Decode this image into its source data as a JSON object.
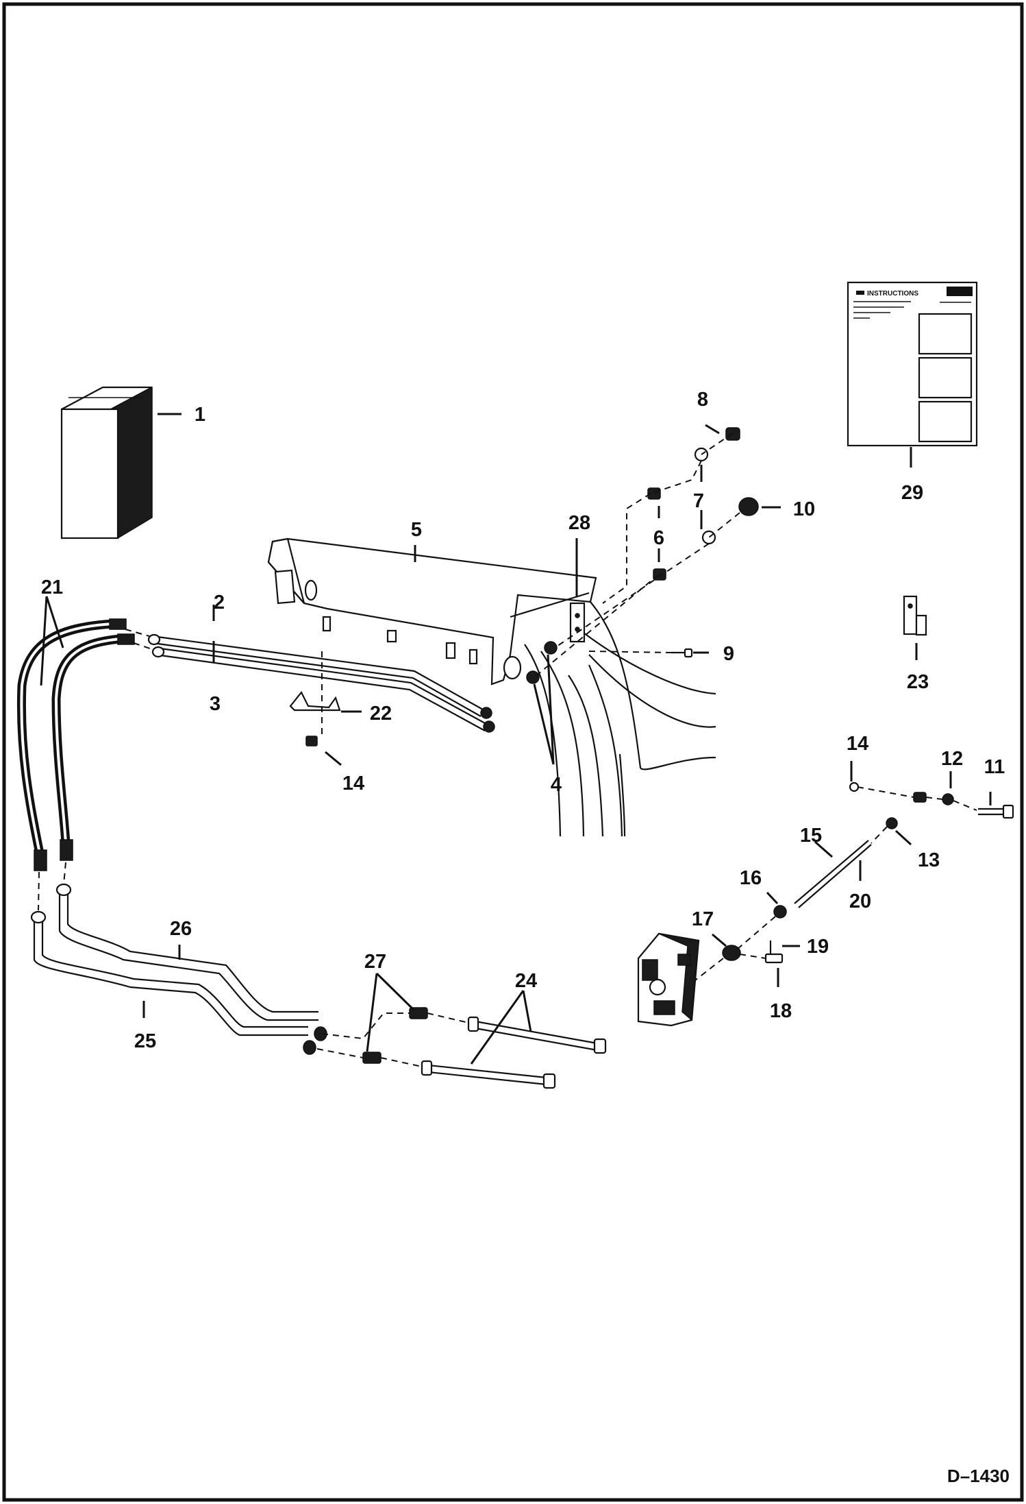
{
  "document_id": "D–1430",
  "instruction_sheet": {
    "title": "INSTRUCTIONS"
  },
  "callouts": [
    "1",
    "2",
    "3",
    "4",
    "5",
    "6",
    "7",
    "8",
    "9",
    "10",
    "11",
    "12",
    "13",
    "14",
    "14",
    "15",
    "16",
    "17",
    "18",
    "19",
    "20",
    "21",
    "22",
    "23",
    "24",
    "25",
    "26",
    "27",
    "28",
    "29"
  ]
}
